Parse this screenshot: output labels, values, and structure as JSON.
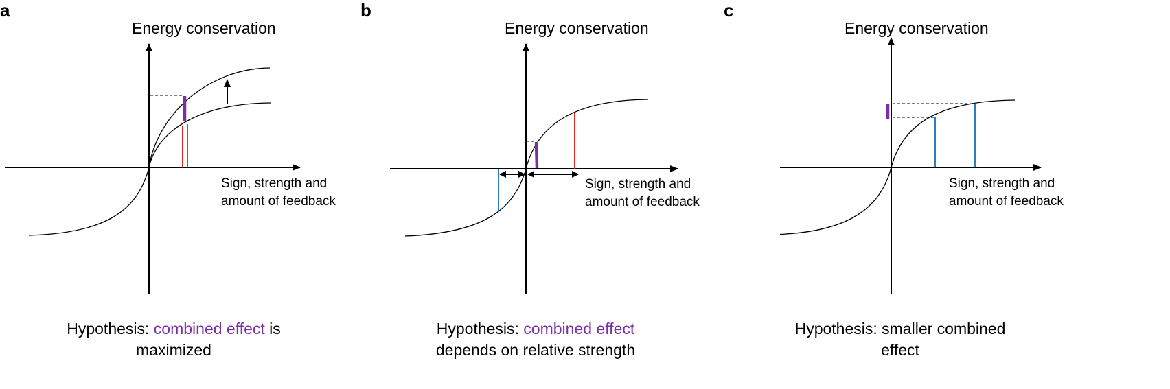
{
  "panels": [
    {
      "id": "a",
      "label": "a",
      "y_axis_label": "Energy conservation",
      "x_axis_label_line1": "Sign, strength and",
      "x_axis_label_line2": "amount of feedback",
      "caption_prefix": "Hypothesis: ",
      "caption_highlight": "combined effect",
      "caption_suffix": " is",
      "caption_line2": "maximized"
    },
    {
      "id": "b",
      "label": "b",
      "y_axis_label": "Energy conservation",
      "x_axis_label_line1": "Sign, strength and",
      "x_axis_label_line2": "amount of feedback",
      "caption_prefix": "Hypothesis: ",
      "caption_highlight": "combined effect",
      "caption_suffix": "",
      "caption_line2": "depends on relative strength"
    },
    {
      "id": "c",
      "label": "c",
      "y_axis_label": "Energy conservation",
      "x_axis_label_line1": "Sign, strength and",
      "x_axis_label_line2": "amount of feedback",
      "caption_prefix": "Hypothesis: smaller combined",
      "caption_highlight": "",
      "caption_suffix": "",
      "caption_line2": "effect"
    }
  ],
  "colors": {
    "combined": "#7a2fa6",
    "red_effect": "#e8261f",
    "blue_effect": "#2a7fc4",
    "axis": "#000000"
  }
}
